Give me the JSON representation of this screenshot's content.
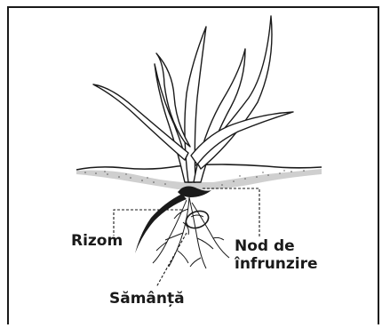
{
  "diagram": {
    "labels": {
      "rhizome": "Rizom",
      "tillering_node_line1": "Nod de",
      "tillering_node_line2": "înfrunzire",
      "seed": "Sămânță"
    }
  }
}
